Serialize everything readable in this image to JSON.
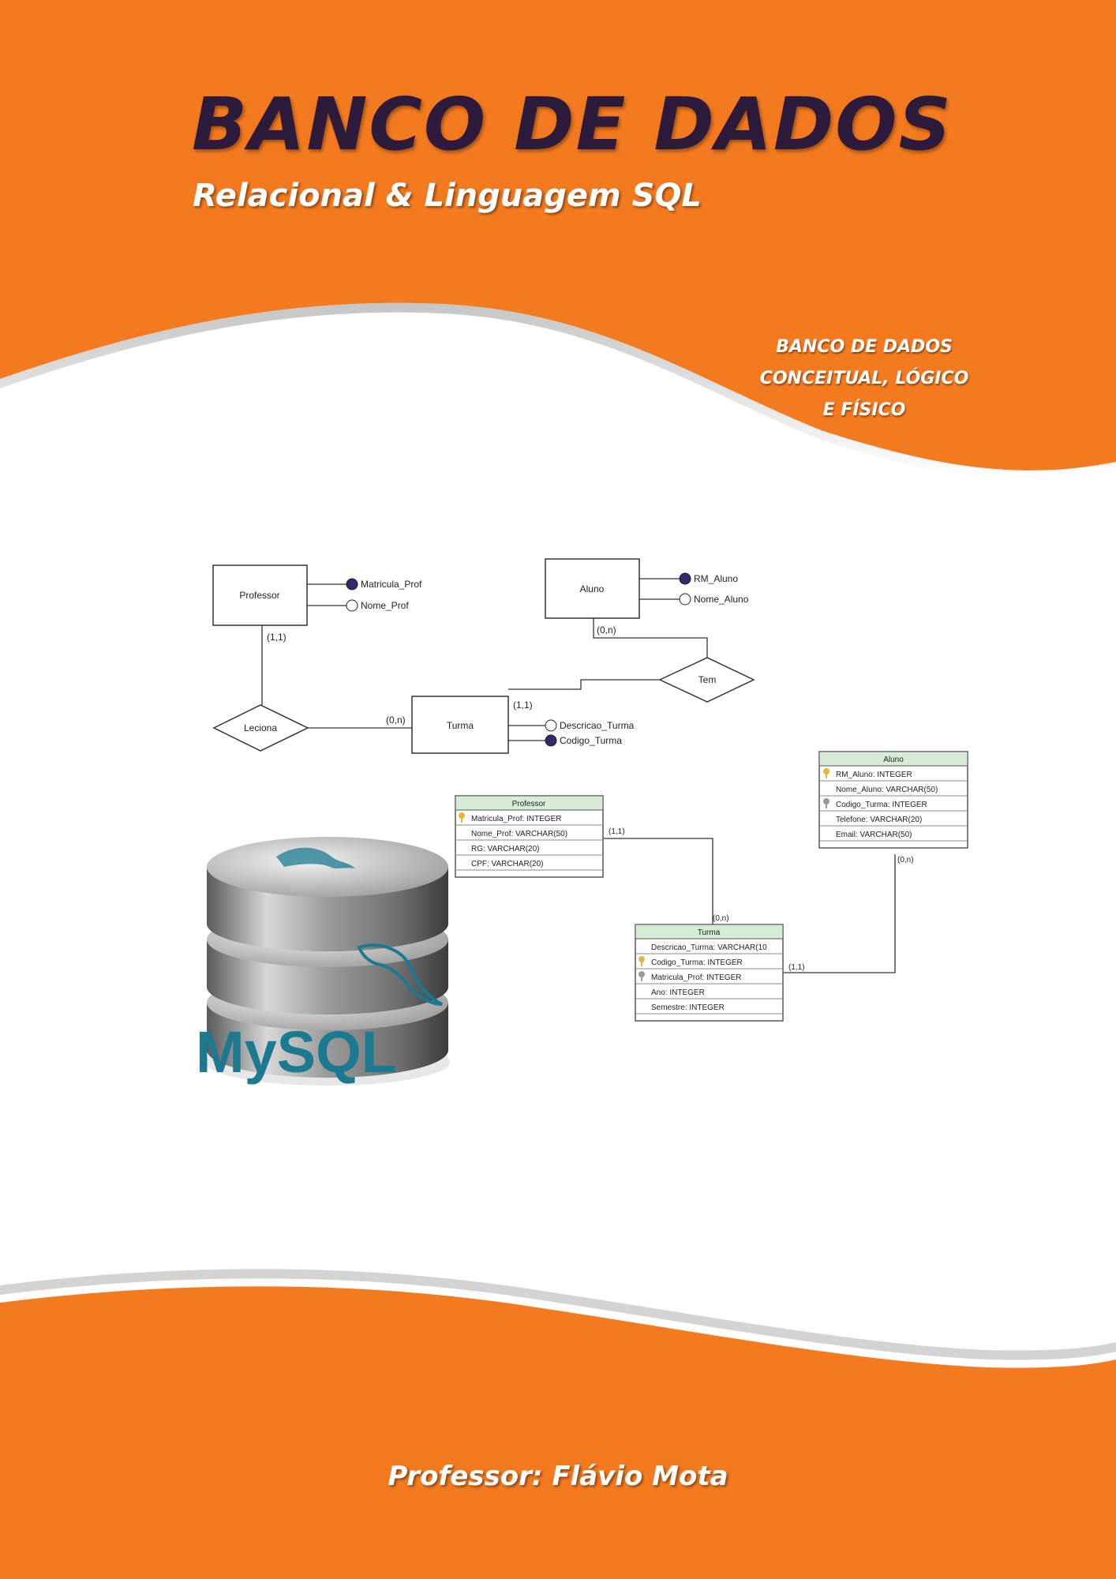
{
  "cover": {
    "title": "BANCO DE DADOS",
    "subtitle": "Relacional & Linguagem SQL",
    "tagline": [
      "BANCO DE DADOS",
      "CONCEITUAL, LÓGICO",
      "E FÍSICO"
    ],
    "author": "Professor: Flávio Mota",
    "colors": {
      "orange": "#f47a1f",
      "title_dark": "#2d1b3c",
      "white": "#ffffff"
    }
  },
  "conceptual": {
    "entities": {
      "professor": "Professor",
      "aluno": "Aluno",
      "turma": "Turma"
    },
    "relationships": {
      "leciona": "Leciona",
      "tem": "Tem"
    },
    "attributes": {
      "matricula_prof": "Matricula_Prof",
      "nome_prof": "Nome_Prof",
      "rm_aluno": "RM_Aluno",
      "nome_aluno": "Nome_Aluno",
      "descricao_turma": "Descricao_Turma",
      "codigo_turma": "Codigo_Turma"
    },
    "cardinalities": {
      "professor_leciona": "(1,1)",
      "leciona_turma": "(0,n)",
      "aluno_tem": "(0,n)",
      "turma_tem": "(1,1)"
    }
  },
  "logical": {
    "professor": {
      "name": "Professor",
      "fields": [
        "Matricula_Prof: INTEGER",
        "Nome_Prof: VARCHAR(50)",
        "RG: VARCHAR(20)",
        "CPF: VARCHAR(20)"
      ]
    },
    "aluno": {
      "name": "Aluno",
      "fields": [
        "RM_Aluno: INTEGER",
        "Nome_Aluno: VARCHAR(50)",
        "Codigo_Turma: INTEGER",
        "Telefone: VARCHAR(20)",
        "Email: VARCHAR(50)"
      ]
    },
    "turma": {
      "name": "Turma",
      "fields": [
        "Descricao_Turma: VARCHAR(10",
        "Codigo_Turma: INTEGER",
        "Matricula_Prof: INTEGER",
        "Ano: INTEGER",
        "Semestre: INTEGER"
      ]
    },
    "cardinalities": {
      "professor_side": "(1,1)",
      "turma_from_professor": "(0,n)",
      "turma_to_aluno": "(1,1)",
      "aluno_side": "(0,n)"
    }
  },
  "logo": {
    "text": "MySQL"
  }
}
